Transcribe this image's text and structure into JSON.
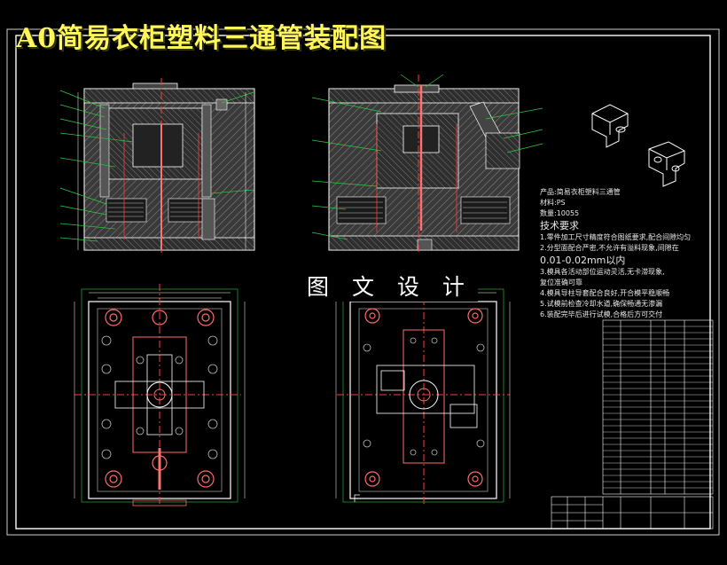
{
  "drawing": {
    "title": "A0简易衣柜塑料三通管装配图",
    "watermark": "图 文 设 计"
  },
  "notes": {
    "part_line": "产品:简易衣柜塑料三通管",
    "material_line": "材料:PS",
    "qty_line": "数量:10055",
    "heading": "技术要求",
    "items": [
      "1.零件加工尺寸精度符合图纸要求,配合间隙均匀",
      "2.分型面配合严密,不允许有溢料现象,间隙在",
      "0.01-0.02mm以内",
      "3.模具各活动部位运动灵活,无卡滞现象,",
      "复位准确可靠",
      "4.模具导柱导套配合良好,开合模平稳顺畅",
      "5.试模前检查冷却水道,确保畅通无渗漏",
      "6.装配完毕后进行试模,合格后方可交付"
    ]
  },
  "colors": {
    "background": "#000000",
    "frame": "#ffffff",
    "title": "#fff65a",
    "hatch": "#7f7f7f",
    "center_line": "#ff3b3b",
    "leader": "#2ecc40",
    "dimension": "#ffffff"
  }
}
